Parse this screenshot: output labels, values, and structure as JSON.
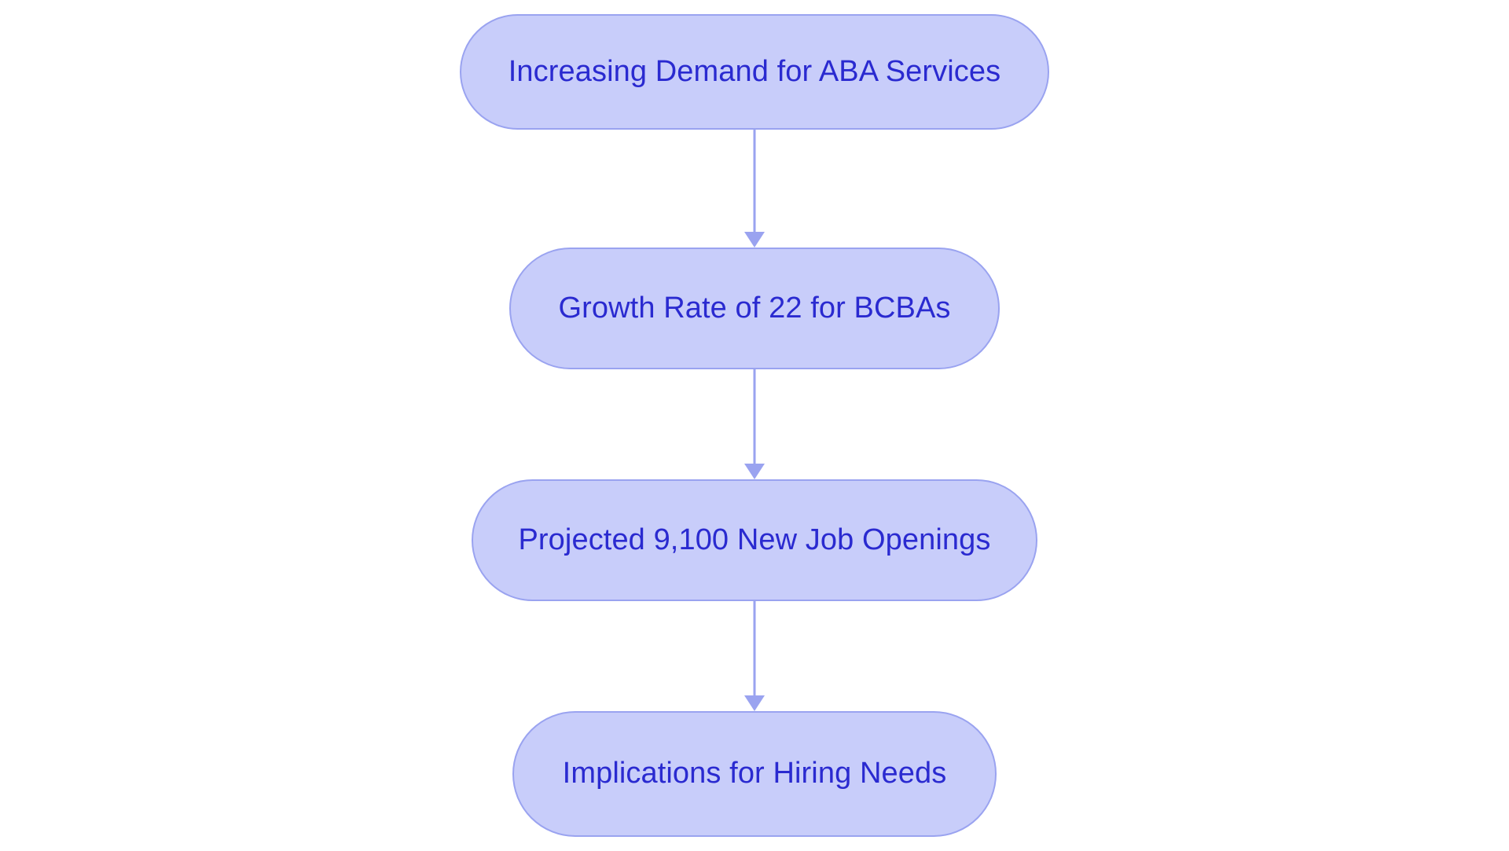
{
  "diagram": {
    "type": "flowchart",
    "orientation": "top-to-bottom",
    "background_color": "#ffffff",
    "node_fill_color": "#c8cdfa",
    "node_border_color": "#9aa3f0",
    "node_text_color": "#2a2ad0",
    "connector_color": "#9aa3f0",
    "nodes": [
      {
        "id": "node-1",
        "label": "Increasing Demand for ABA Services"
      },
      {
        "id": "node-2",
        "label": "Growth Rate of 22 for BCBAs"
      },
      {
        "id": "node-3",
        "label": "Projected 9,100 New Job Openings"
      },
      {
        "id": "node-4",
        "label": "Implications for Hiring Needs"
      }
    ],
    "edges": [
      {
        "id": "edge-1",
        "from": "node-1",
        "to": "node-2",
        "label": ""
      },
      {
        "id": "edge-2",
        "from": "node-2",
        "to": "node-3",
        "label": ""
      },
      {
        "id": "edge-3",
        "from": "node-3",
        "to": "node-4",
        "label": ""
      }
    ]
  }
}
